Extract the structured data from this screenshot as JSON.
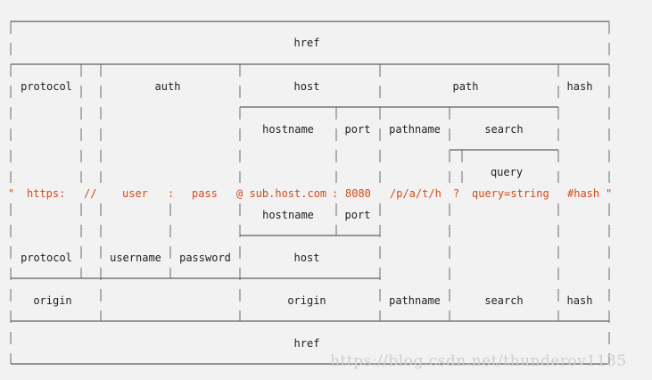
{
  "top_row": {
    "href": "href"
  },
  "row_protocol": {
    "protocol": "protocol",
    "auth": "auth",
    "host": "host",
    "path": "path",
    "hash": "hash"
  },
  "row_hostname": {
    "hostname": "hostname",
    "port": "port",
    "pathname": "pathname",
    "search": "search"
  },
  "row_query": {
    "query": "query"
  },
  "url_parts": {
    "quote_open": "\"",
    "scheme": "https:",
    "slashes": "//",
    "user": "user",
    "colon1": ":",
    "pass": "pass",
    "host": "@ sub.host.com",
    "colon2": ":",
    "port": "8080",
    "path": "/p/a/t/h",
    "qmark": "?",
    "query": "query=string",
    "hash": "#hash",
    "quote_close": "\""
  },
  "row_lower_host": {
    "hostname": "hostname",
    "port": "port"
  },
  "row_lower": {
    "protocol": "protocol",
    "username": "username",
    "password": "password",
    "host": "host"
  },
  "row_origin": {
    "origin_left": "origin",
    "origin_mid": "origin",
    "pathname": "pathname",
    "search": "search",
    "hash": "hash"
  },
  "bottom_row": {
    "href": "href"
  },
  "watermark": "https://blog.csdn.net/thunderov1135"
}
